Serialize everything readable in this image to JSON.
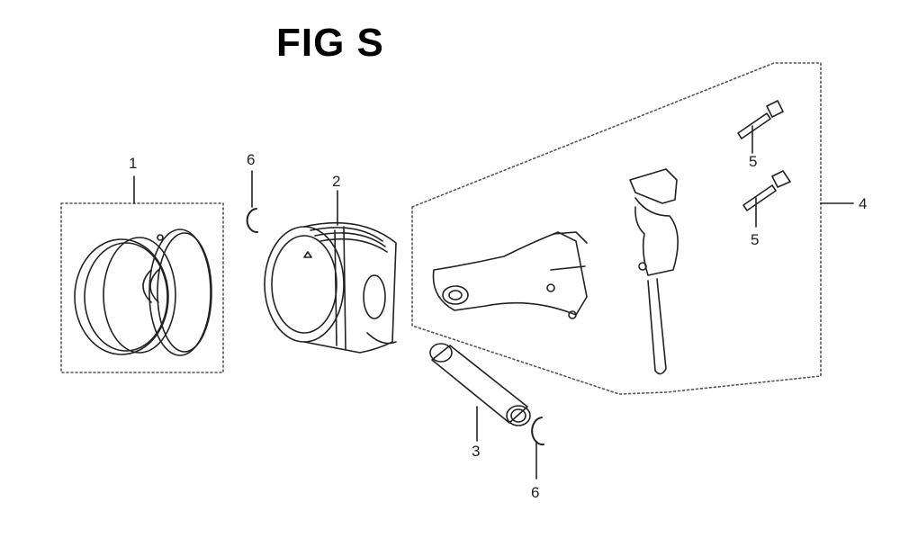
{
  "figure": {
    "title": "FIG S"
  },
  "callouts": {
    "piston_ring_set": "1",
    "piston": "2",
    "piston_pin": "3",
    "connecting_rod_set": "4",
    "rod_bolt_upper": "5",
    "rod_bolt_lower": "5",
    "pin_clip_upper": "6",
    "pin_clip_lower": "6"
  },
  "colors": {
    "line": "#222222",
    "dash": "#555555",
    "background": "#ffffff"
  }
}
